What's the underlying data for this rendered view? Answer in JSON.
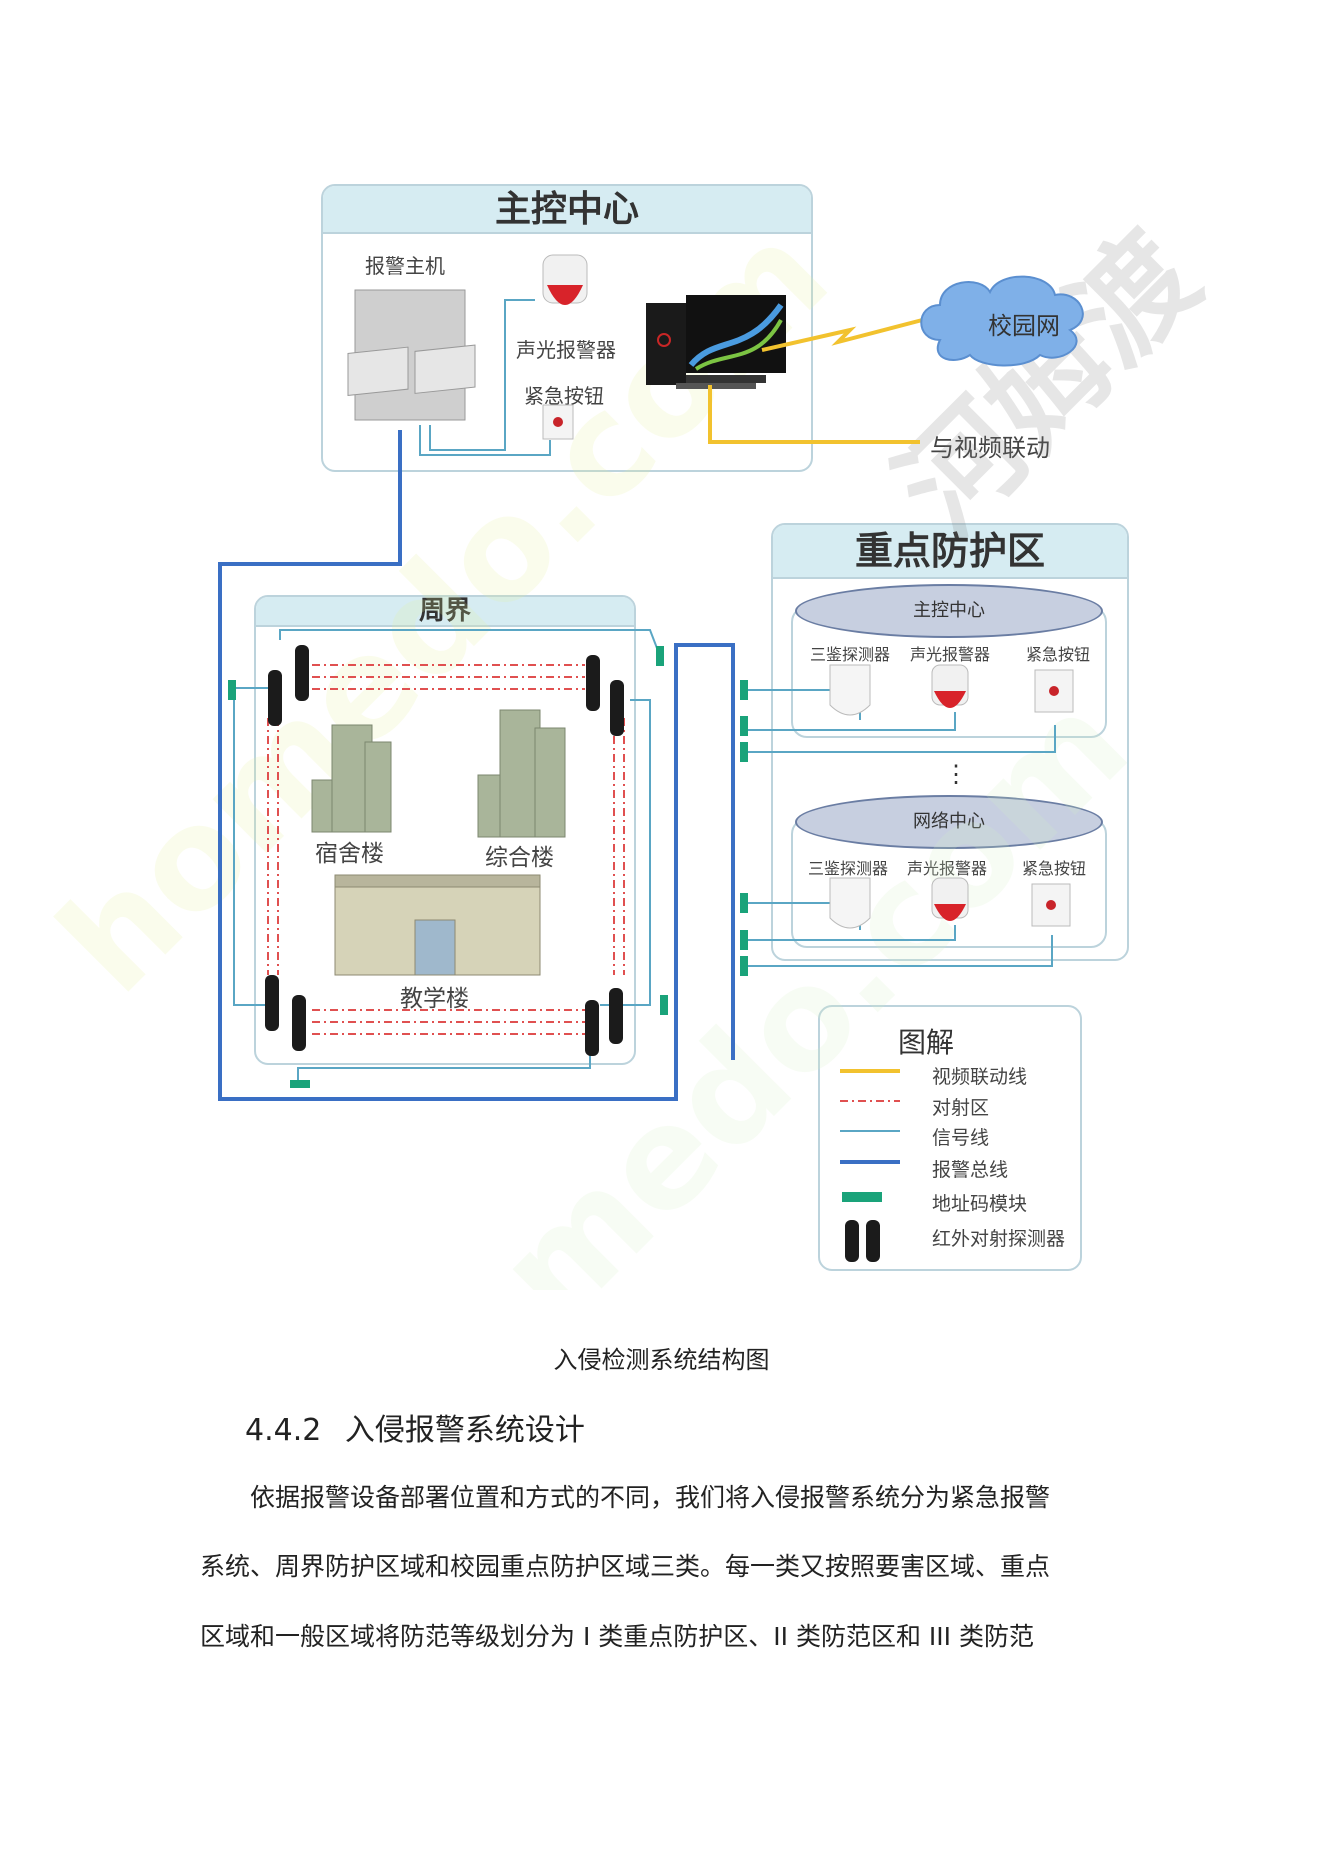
{
  "diagram": {
    "main_center": {
      "title": "主控中心",
      "alarm_host_label": "报警主机",
      "siren_label": "声光报警器",
      "panic_button_label": "紧急按钮",
      "campus_net_label": "校园网",
      "video_link_label": "与视频联动"
    },
    "key_zone": {
      "title": "重点防护区",
      "groups": [
        {
          "name": "主控中心",
          "devices": [
            "三鉴探测器",
            "声光报警器",
            "紧急按钮"
          ]
        },
        {
          "name": "网络中心",
          "devices": [
            "三鉴探测器",
            "声光报警器",
            "紧急按钮"
          ]
        }
      ],
      "ellipsis": "⋮"
    },
    "perimeter": {
      "title": "周界",
      "buildings": [
        "宿舍楼",
        "综合楼",
        "教学楼"
      ]
    },
    "legend": {
      "title": "图解",
      "items": [
        {
          "label": "视频联动线",
          "color": "#f2c22e",
          "style": "solid"
        },
        {
          "label": "对射区",
          "color": "#e05050",
          "style": "dash-dot"
        },
        {
          "label": "信号线",
          "color": "#5aa6c4",
          "style": "thin"
        },
        {
          "label": "报警总线",
          "color": "#3a6fc4",
          "style": "thick"
        },
        {
          "label": "地址码模块",
          "color": "#1aa37a",
          "style": "block"
        },
        {
          "label": "红外对射探测器",
          "color": "#222222",
          "style": "detector"
        }
      ]
    },
    "watermark": "homedo.com 河姆渡"
  },
  "caption": "入侵检测系统结构图",
  "section": {
    "number": "4.4.2",
    "title": "入侵报警系统设计"
  },
  "paragraph_lines": [
    "依据报警设备部署位置和方式的不同，我们将入侵报警系统分为紧急报警",
    "系统、周界防护区域和校园重点防护区域三类。每一类又按照要害区域、重点",
    "区域和一般区域将防范等级划分为 I 类重点防护区、II 类防范区和 III 类防范"
  ]
}
